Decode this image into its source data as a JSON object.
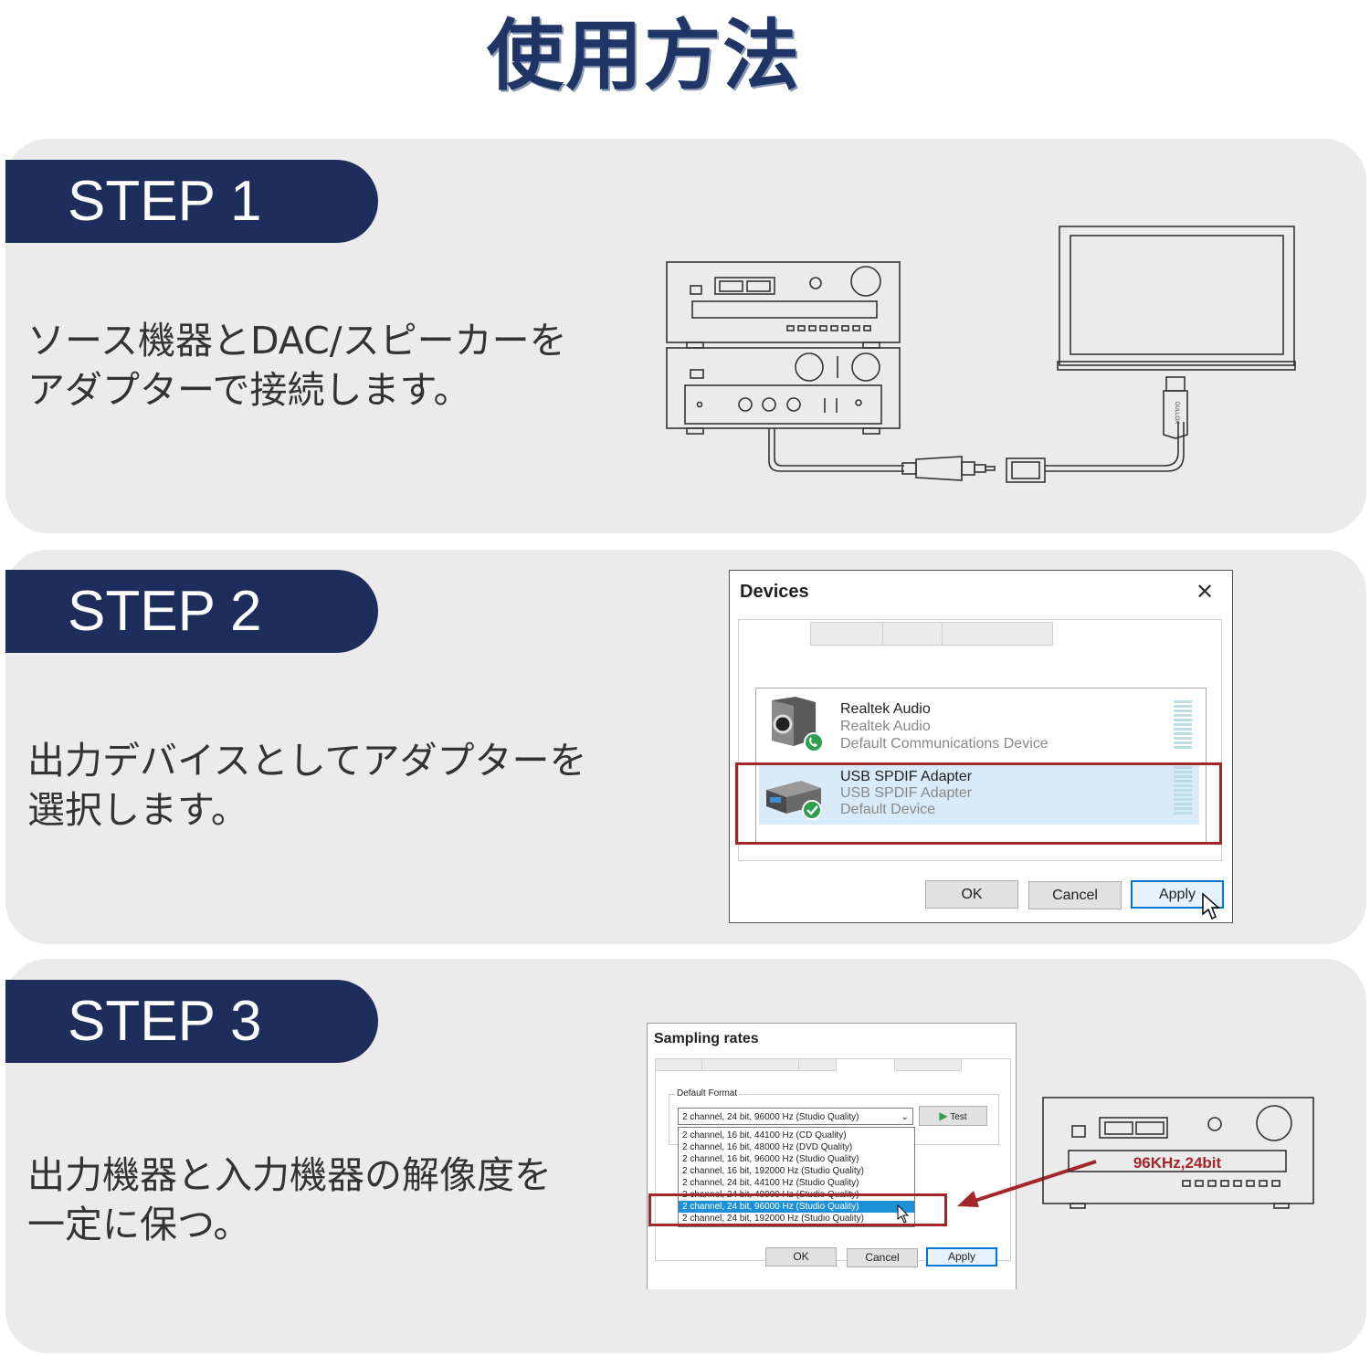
{
  "title": "使用方法",
  "steps": [
    {
      "label": "STEP 1",
      "lines": [
        "ソース機器とDAC/スピーカーを",
        "アダプターで接続します。"
      ]
    },
    {
      "label": "STEP 2",
      "lines": [
        "出力デバイスとしてアダプターを",
        "選択します。"
      ]
    },
    {
      "label": "STEP 3",
      "lines": [
        "出力機器と入力機器の解像度を",
        "一定に保つ。"
      ]
    }
  ],
  "devices_dialog": {
    "title": "Devices",
    "devices": [
      {
        "name": "Realtek Audio",
        "sub1": "Realtek Audio",
        "sub2": "Default Communications Device"
      },
      {
        "name": "USB SPDIF Adapter",
        "sub1": "USB SPDIF Adapter",
        "sub2": "Default Device"
      }
    ],
    "ok": "OK",
    "cancel": "Cancel",
    "apply": "Apply"
  },
  "sampling_dialog": {
    "title": "Sampling rates",
    "group_label": "Default Format",
    "selected": "2 channel, 24 bit, 96000 Hz (Studio Quality)",
    "test": "Test",
    "options": [
      "2 channel, 16 bit, 44100 Hz (CD Quality)",
      "2 channel, 16 bit, 48000 Hz (DVD Quality)",
      "2 channel, 16 bit, 96000 Hz (Studio Quality)",
      "2 channel, 16 bit, 192000 Hz (Studio Quality)",
      "2 channel, 24 bit, 44100 Hz (Studio Quality)",
      "2 channel, 24 bit, 48000 Hz (Studio Quality)",
      "2 channel, 24 bit, 96000 Hz (Studio Quality)",
      "2 channel, 24 bit, 192000 Hz (Studio Quality)"
    ],
    "selected_index": 6,
    "ok": "OK",
    "cancel": "Cancel",
    "apply": "Apply"
  },
  "device_display": "96KHz,24bit",
  "adapter_brand": "DULLOX",
  "colors": {
    "navy": "#1d2e5c",
    "panel": "#ebebeb",
    "highlight_red": "#a3262a",
    "accent_blue": "#0078d7",
    "check_green": "#2e9e4f"
  }
}
